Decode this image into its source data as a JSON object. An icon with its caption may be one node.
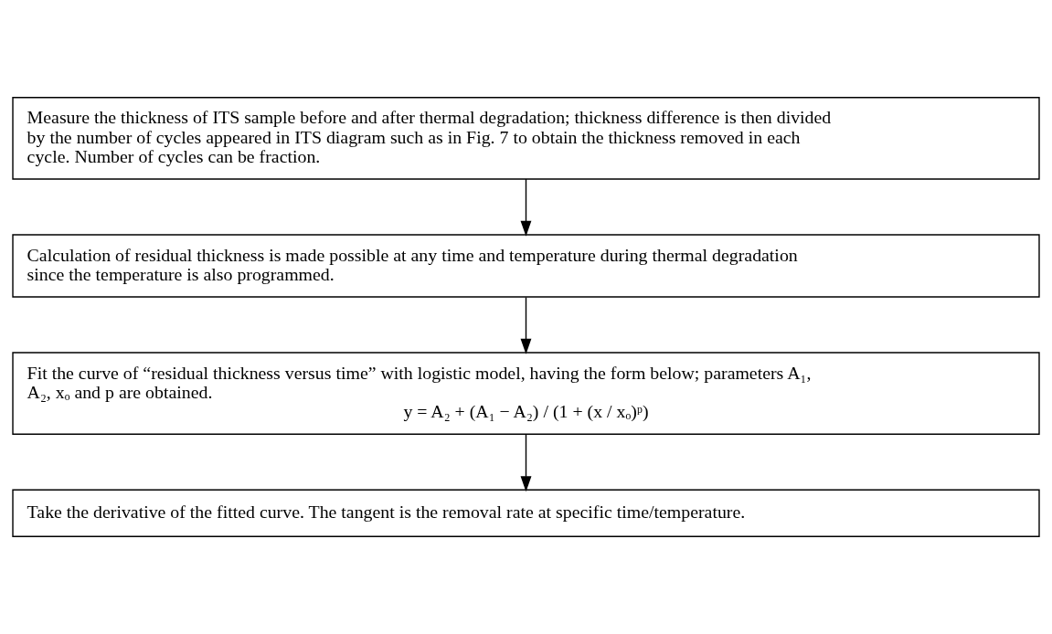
{
  "diagram": {
    "nodes": [
      {
        "text": [
          "Measure the thickness of ITS sample before and after thermal degradation; thickness difference is then divided by the number of cycles appeared in ITS diagram such as in Fig. 7 to obtain the thickness removed in each cycle. Number of cycles can be fraction."
        ]
      },
      {
        "text": [
          "Calculation of residual thickness is made possible at any time and temperature during thermal degradation since the temperature is also programmed."
        ]
      },
      {
        "text": [
          "Fit the curve of “residual thickness versus time” with logistic model, having the form below; parameters A₁, A₂, xₒ and p are obtained.",
          "y = A₂ + (A₁ − A₂) / (1 + (x / xₒ)ᵖ)"
        ]
      },
      {
        "text": [
          "Take the derivative of the fitted curve. The tangent is the removal rate at specific time/temperature."
        ]
      }
    ],
    "edges": [
      {
        "from": 0,
        "to": 1,
        "arrow": "to"
      },
      {
        "from": 1,
        "to": 2,
        "arrow": "to"
      },
      {
        "from": 2,
        "to": 3,
        "arrow": "to"
      }
    ]
  }
}
